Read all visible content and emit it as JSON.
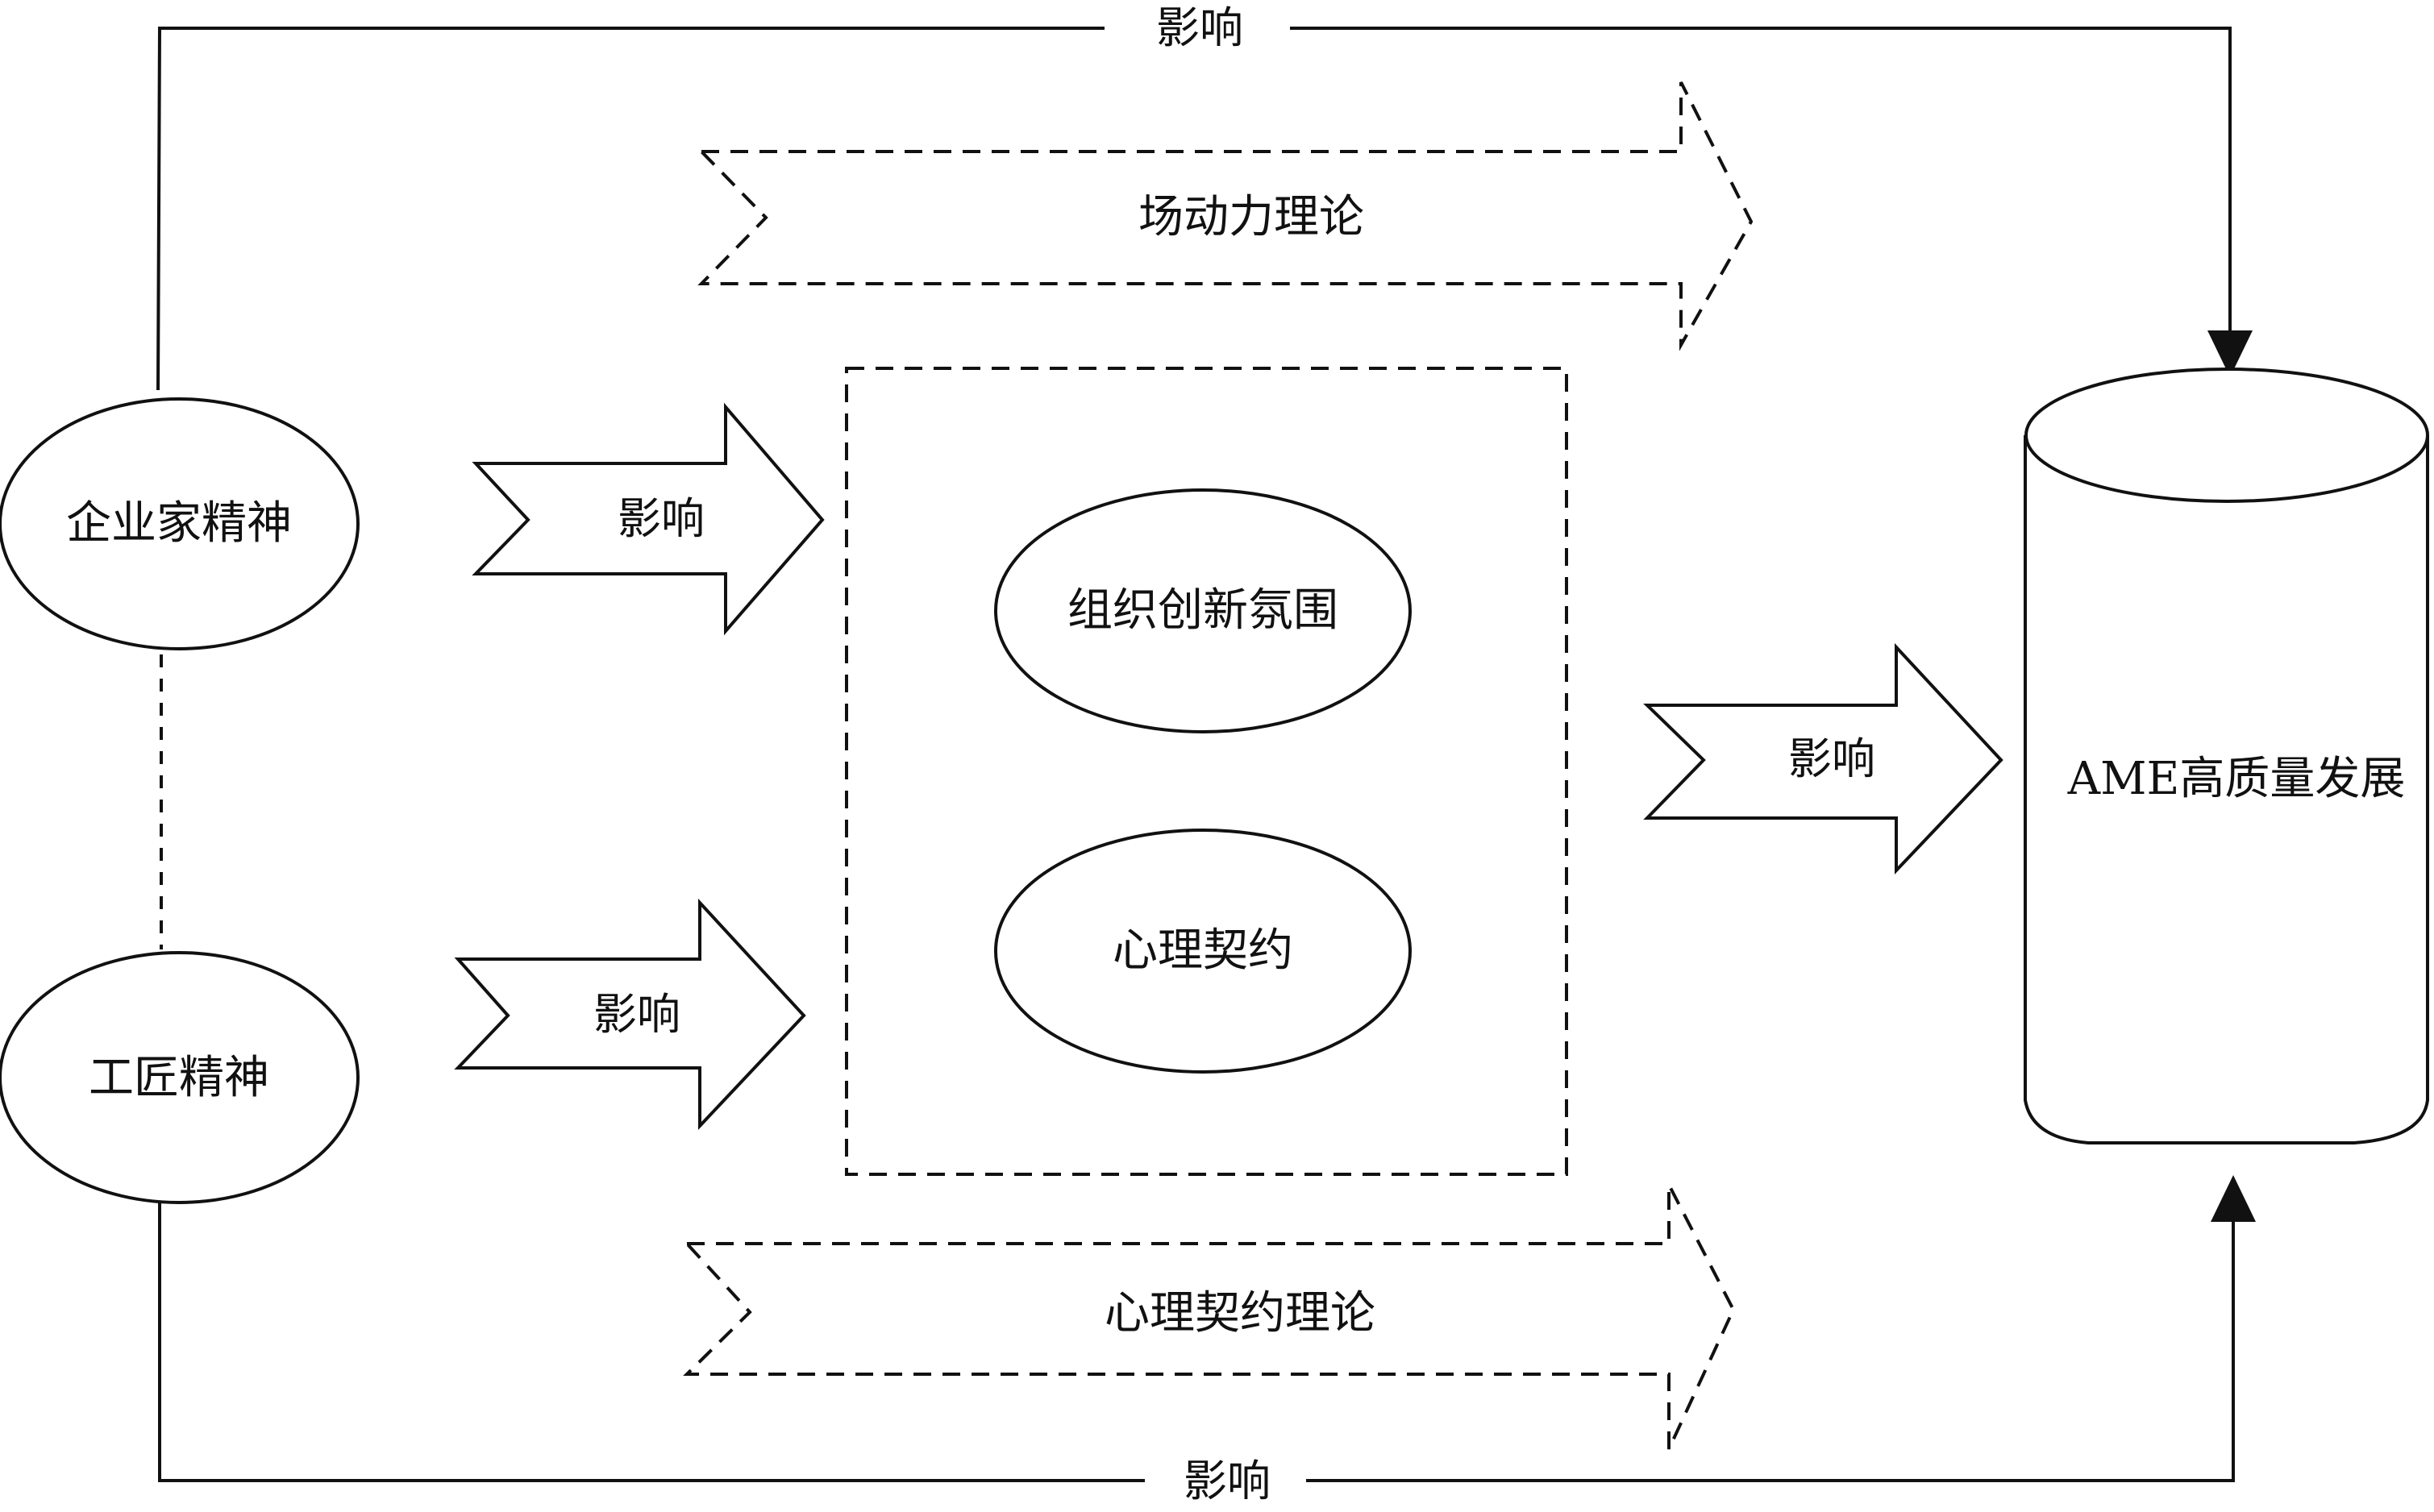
{
  "nodes": {
    "entrepreneurship": "企业家精神",
    "craftsmanship": "工匠精神",
    "org_innovation_climate": "组织创新氛围",
    "psychological_contract": "心理契约",
    "ame_development": "AME高质量发展"
  },
  "theories": {
    "field_dynamics": "场动力理论",
    "psych_contract_theory": "心理契约理论"
  },
  "edges": {
    "top_influence": "影响",
    "bottom_influence": "影响",
    "entrepreneurship_to_mediators": "影响",
    "craftsmanship_to_mediators": "影响",
    "mediators_to_ame": "影响"
  }
}
